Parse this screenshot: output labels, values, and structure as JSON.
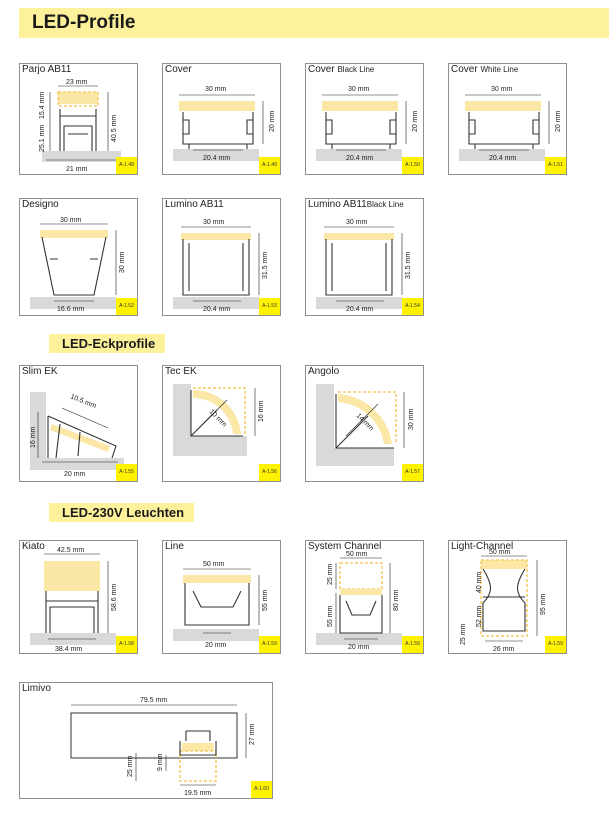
{
  "header": {
    "title": "LED-Profile"
  },
  "sections": {
    "eck": "LED-Eckprofile",
    "leuchten": "LED-230V Leuchten"
  },
  "cards": {
    "parjo": {
      "name": "Parjo AB11",
      "code": "A-1.48",
      "dims": {
        "top": "23 mm",
        "left_a": "15.4 mm",
        "left_b": "25.1 mm",
        "right": "40.5 mm",
        "bottom": "21 mm"
      }
    },
    "cover": {
      "name": "Cover",
      "code": "A-1.49",
      "dims": {
        "top": "30 mm",
        "right": "20 mm",
        "bottom": "20.4 mm"
      }
    },
    "cover_black": {
      "name": "Cover",
      "name_sub": "Black Line",
      "code": "A-1.50",
      "dims": {
        "top": "30 mm",
        "right": "20 mm",
        "bottom": "20.4 mm"
      }
    },
    "cover_white": {
      "name": "Cover",
      "name_sub": "White Line",
      "code": "A-1.51",
      "dims": {
        "top": "30 mm",
        "right": "20 mm",
        "bottom": "20.4 mm"
      }
    },
    "designo": {
      "name": "Designo",
      "code": "A-1.52",
      "dims": {
        "top": "30 mm",
        "right": "30 mm",
        "bottom": "16.6 mm"
      }
    },
    "lumino": {
      "name": "Lumino AB11",
      "code": "A-1.53",
      "dims": {
        "top": "30 mm",
        "right": "31.5 mm",
        "bottom": "20.4 mm"
      }
    },
    "lumino_black": {
      "name": "Lumino AB11",
      "name_sub": "Black Line",
      "code": "A-1.54",
      "dims": {
        "top": "30 mm",
        "right": "31.5 mm",
        "bottom": "20.4 mm"
      }
    },
    "slim": {
      "name": "Slim EK",
      "code": "A-1.55",
      "dims": {
        "diag": "10.5 mm",
        "left": "16 mm",
        "bottom": "20 mm"
      }
    },
    "tec": {
      "name": "Tec EK",
      "code": "A-1.56",
      "dims": {
        "diag": "10 mm",
        "right": "16 mm"
      }
    },
    "angolo": {
      "name": "Angolo",
      "code": "A-1.57",
      "dims": {
        "diag": "14 mm",
        "right": "30 mm"
      }
    },
    "kiato": {
      "name": "Kiato",
      "code": "A-1.58",
      "dims": {
        "top": "42.5 mm",
        "right": "58.6 mm",
        "bottom": "38.4 mm"
      }
    },
    "line": {
      "name": "Line",
      "code": "A-1.59",
      "dims": {
        "top": "50 mm",
        "right": "55 mm",
        "bottom": "20 mm"
      }
    },
    "system": {
      "name": "System Channel",
      "code": "A-1.59",
      "dims": {
        "top": "50 mm",
        "left_a": "25 mm",
        "left_b": "55 mm",
        "right": "80 mm",
        "bottom": "20 mm"
      }
    },
    "light": {
      "name": "Light-Channel",
      "code": "A-1.59",
      "dims": {
        "top": "50 mm",
        "mid_a": "40 mm",
        "mid_b": "52 mm",
        "left": "25 mm",
        "right": "95 mm",
        "bottom": "26 mm"
      }
    },
    "limivo": {
      "name": "Limivo",
      "code": "A-1.60",
      "dims": {
        "top": "79.5 mm",
        "right": "27 mm",
        "left_a": "25 mm",
        "left_b": "9 mm",
        "bottom": "19.5 mm"
      }
    }
  }
}
